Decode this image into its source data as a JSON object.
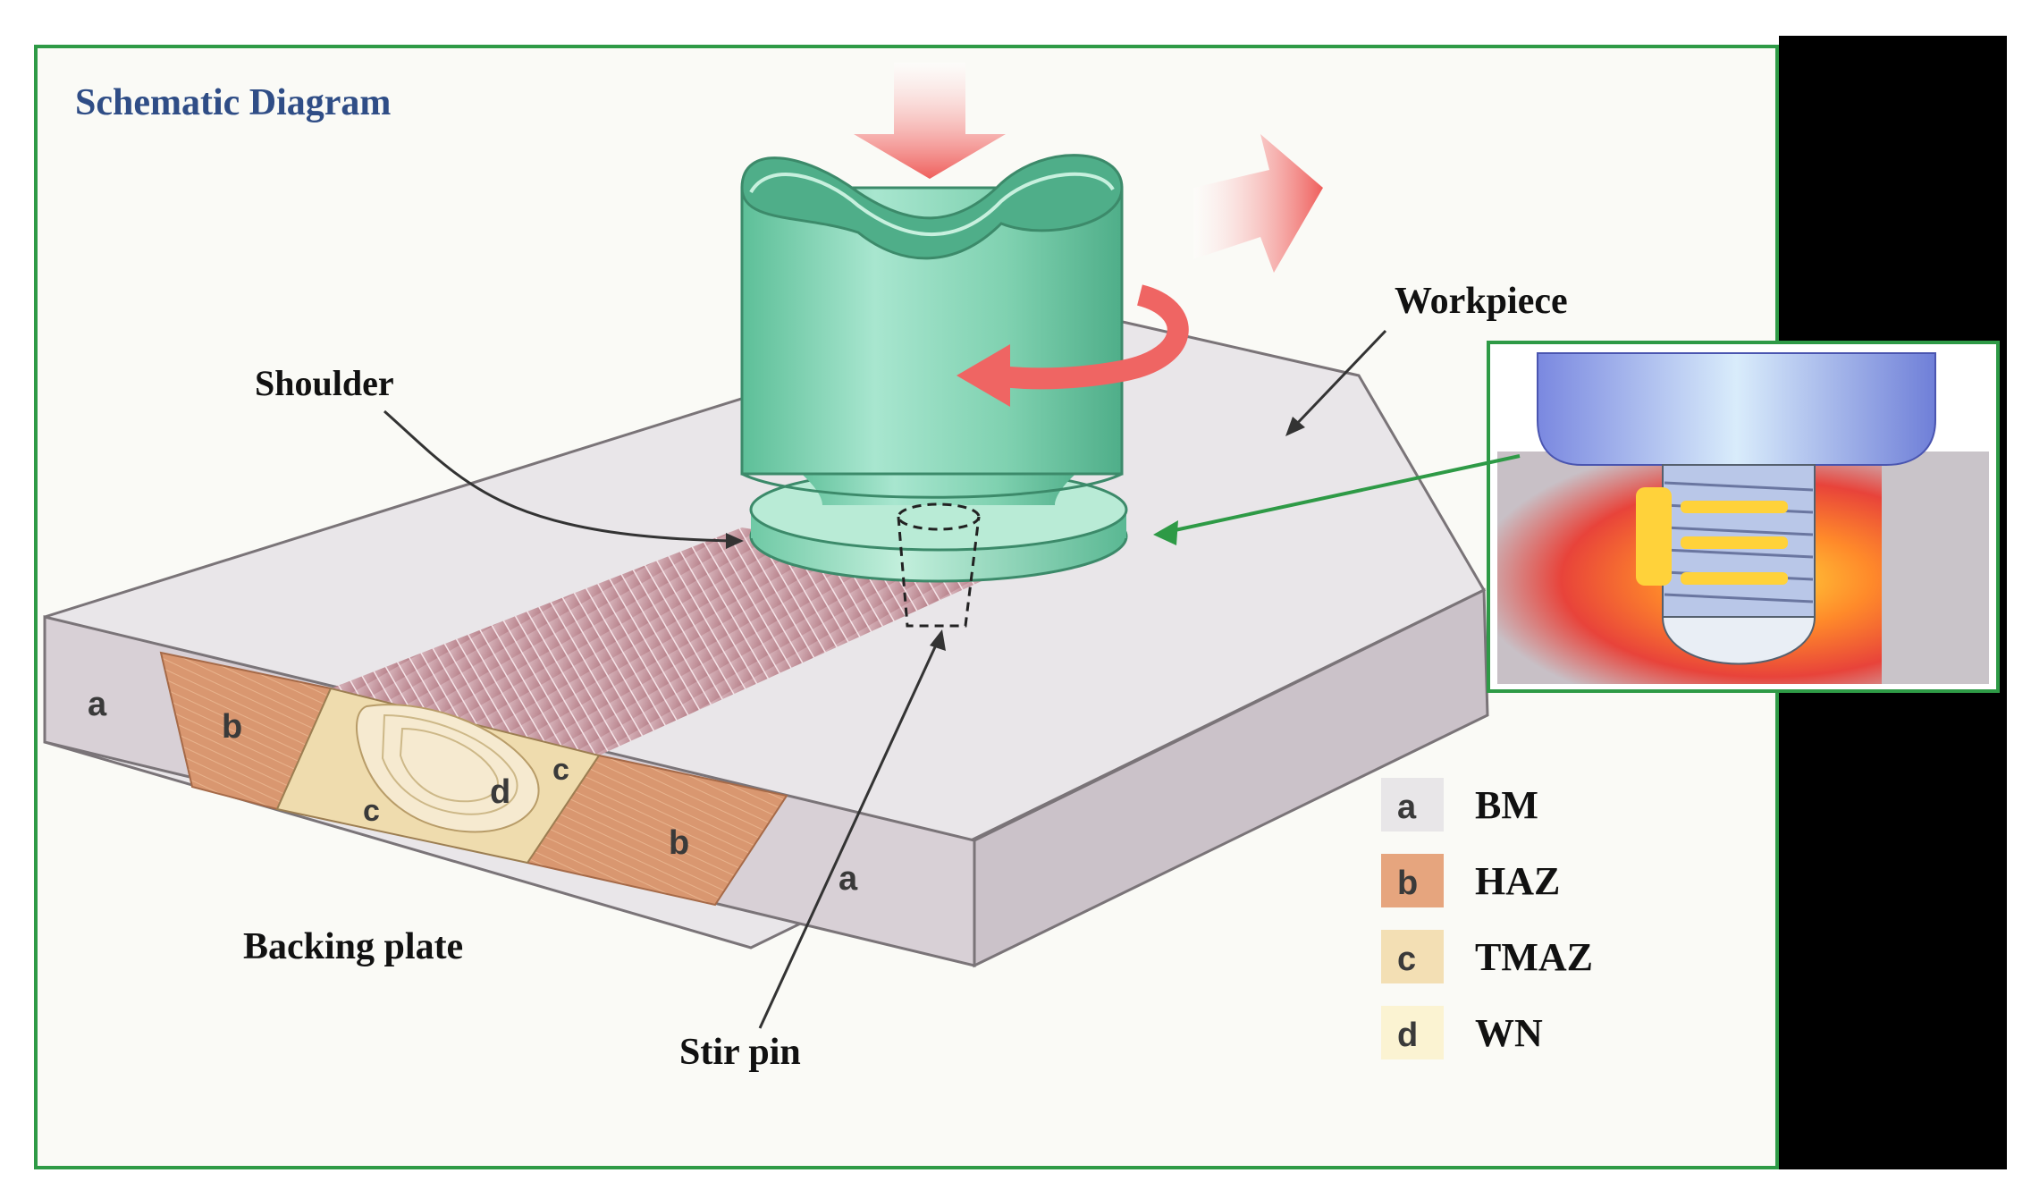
{
  "title": "Schematic Diagram",
  "labels": {
    "shoulder": "Shoulder",
    "workpiece": "Workpiece",
    "backing_plate": "Backing plate",
    "stir_pin": "Stir pin"
  },
  "zone_marks": {
    "a": "a",
    "b": "b",
    "c": "c",
    "d": "d"
  },
  "legend": [
    {
      "key": "a",
      "text": "BM",
      "color": "#e8e6e8"
    },
    {
      "key": "b",
      "text": "HAZ",
      "color": "#e6a57e"
    },
    {
      "key": "c",
      "text": "TMAZ",
      "color": "#f3dfb4"
    },
    {
      "key": "d",
      "text": "WN",
      "color": "#fbf3d2"
    }
  ],
  "colors": {
    "frame": "#2e9a46",
    "title": "#2f4d86",
    "tool": "#7fd1b0",
    "arrow": "#f0706e",
    "plate_top": "#e9e6e9",
    "plate_side": "#d3cbd2",
    "weld_track": "#c9939a",
    "haz": "#d99770"
  }
}
